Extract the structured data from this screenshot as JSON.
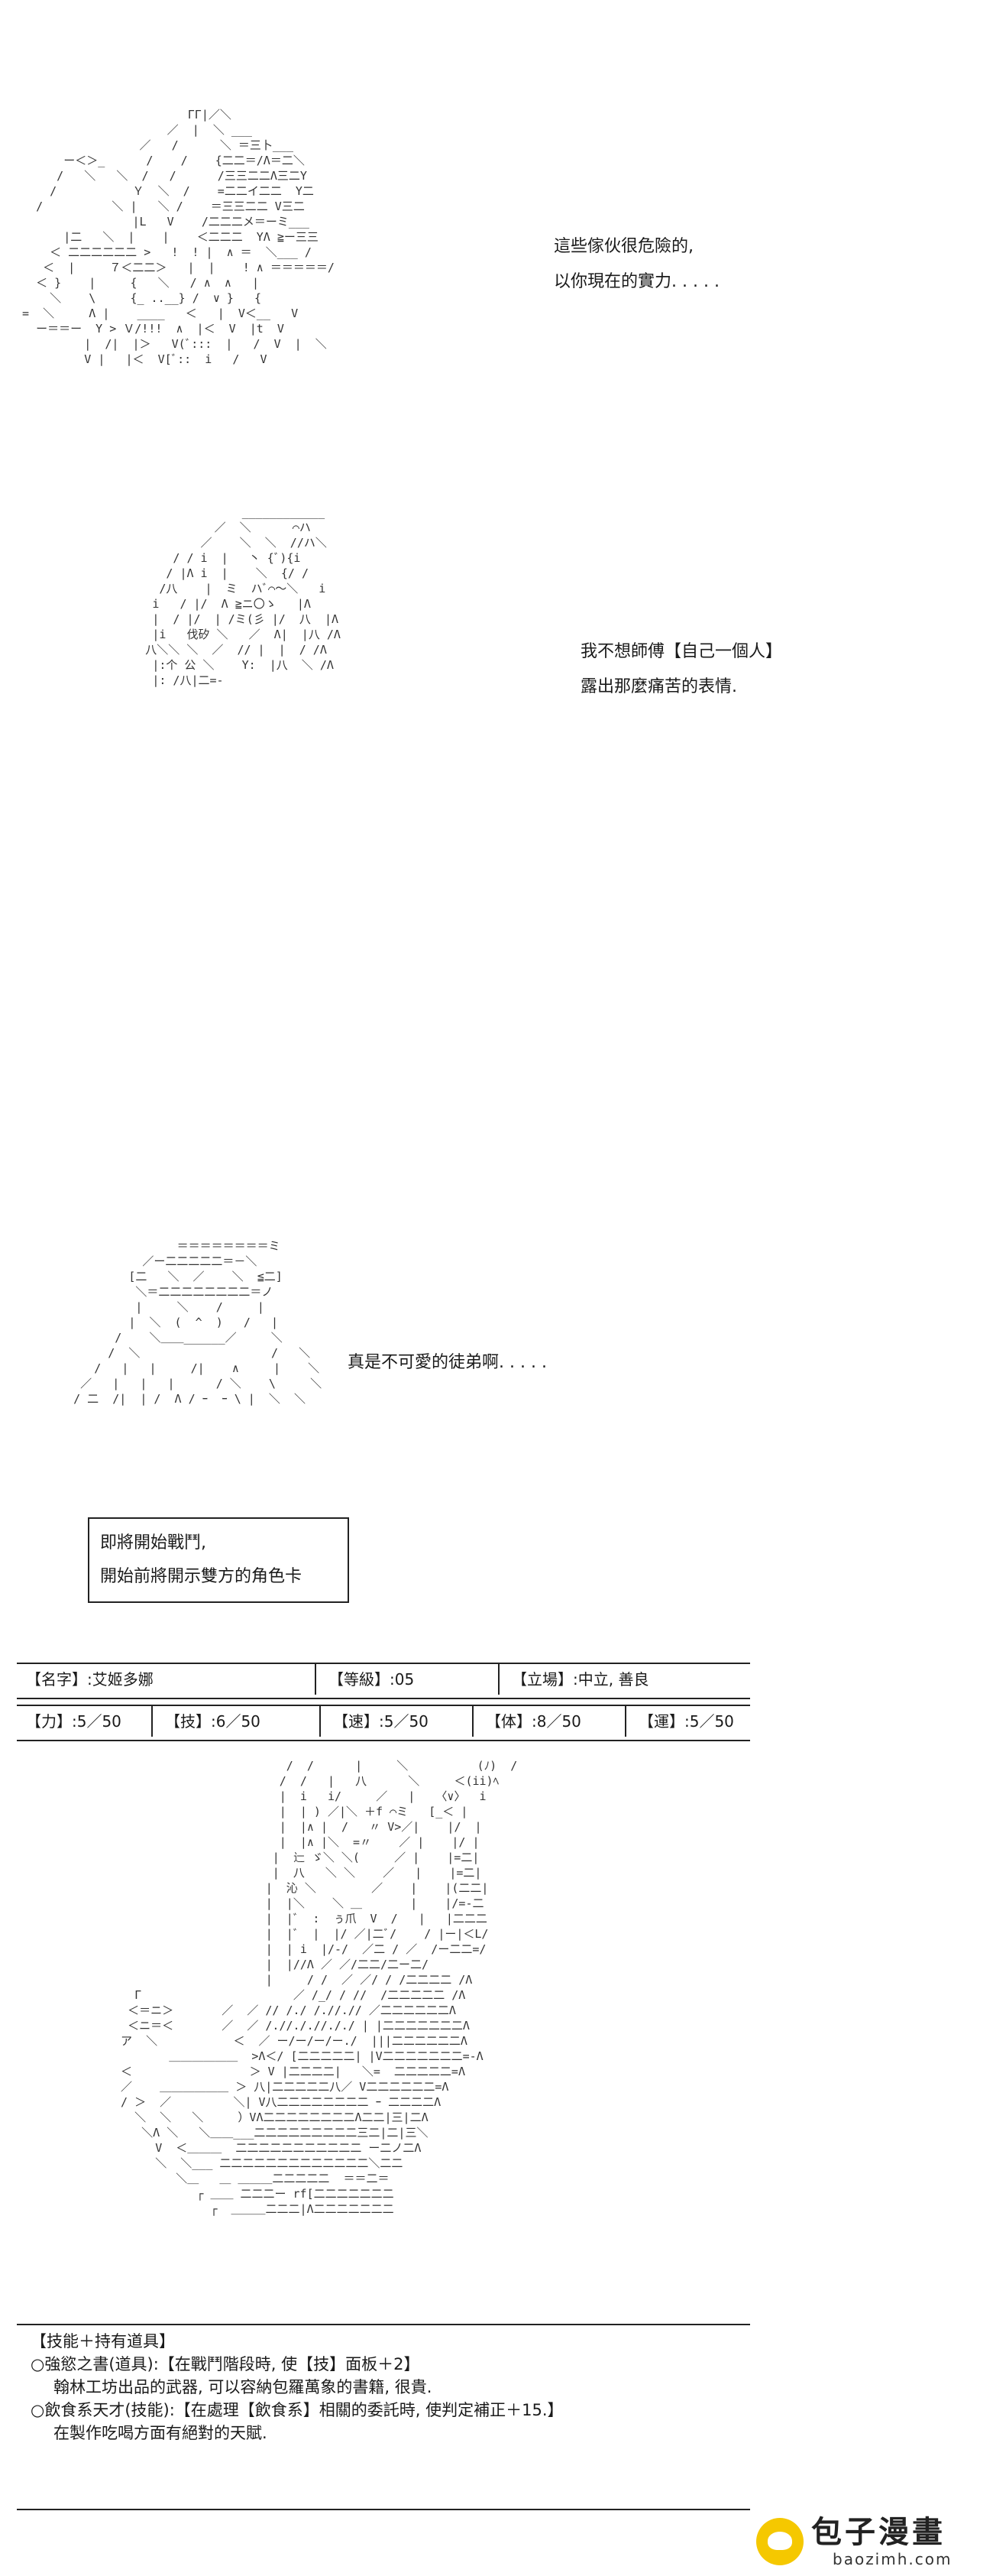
{
  "panel1": {
    "lines": [
      "這些傢伙很危險的,",
      "以你現在的實力. . . . ."
    ]
  },
  "panel2": {
    "lines": [
      "我不想師傅【自己一個人】",
      "露出那麼痛苦的表情."
    ]
  },
  "panel3": {
    "lines": [
      "真是不可愛的徒弟啊. . . . ."
    ]
  },
  "notice": {
    "lines": [
      "即將開始戰鬥,",
      "開始前將開示雙方的角色卡"
    ]
  },
  "character": {
    "name_cell": "【名字】:艾姬多娜",
    "level_cell": "【等級】:05",
    "stance_cell": "【立場】:中立, 善良",
    "stats": [
      "【力】:5／50",
      "【技】:6／50",
      "【速】:5／50",
      "【体】:8／50",
      "【運】:5／50"
    ]
  },
  "skills": {
    "header": "【技能＋持有道具】",
    "items": [
      "○強慾之書(道具):【在戰鬥階段時, 使【技】面板＋2】",
      "翰林工坊出品的武器, 可以容納包羅萬象的書籍, 很貴.",
      "○飲食系天才(技能):【在處理【飲食系】相關的委託時, 使判定補正＋15.】",
      "在製作吃喝方面有絕對的天賦."
    ]
  },
  "watermark": {
    "name": "包子漫畫",
    "site": "baozimh.com"
  }
}
